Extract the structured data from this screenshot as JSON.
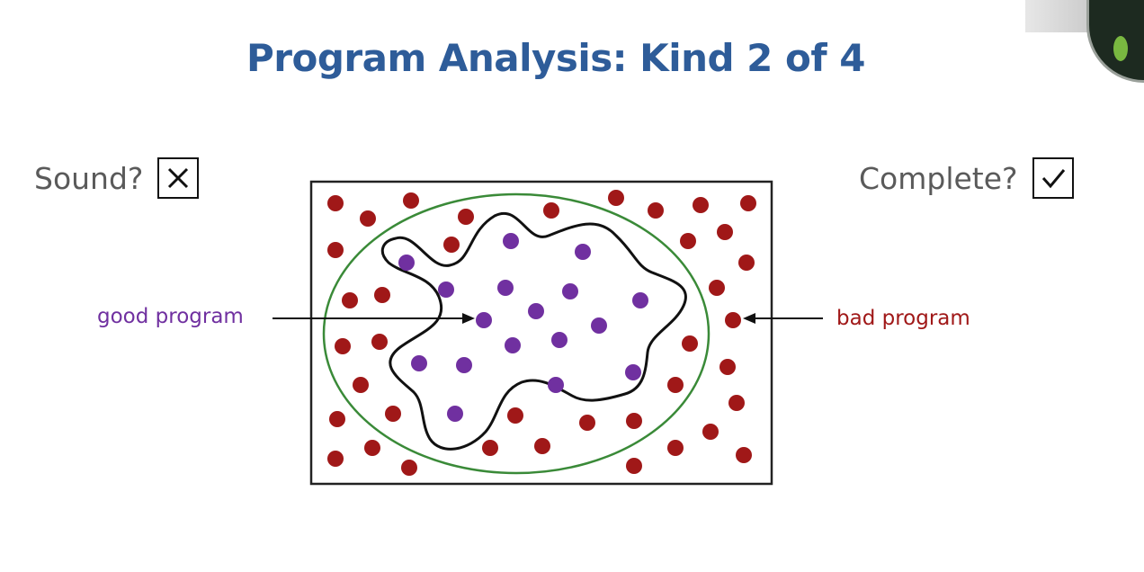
{
  "slide": {
    "title": "Program Analysis: Kind 2 of 4"
  },
  "properties": {
    "sound_label": "Sound?",
    "sound_mark": "cross",
    "complete_label": "Complete?",
    "complete_mark": "check"
  },
  "labels": {
    "good": "good program",
    "bad": "bad program"
  },
  "colors": {
    "title": "#2e5c99",
    "good_program": "#7030a0",
    "bad_program": "#a01818",
    "ellipse": "#3a8a38",
    "blob": "#111111"
  }
}
